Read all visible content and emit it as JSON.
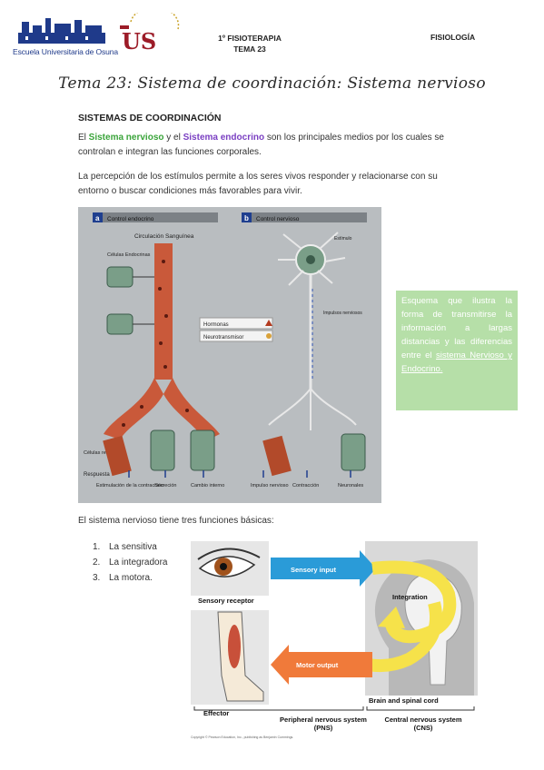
{
  "header": {
    "school_name": "Escuela Universitaria de Osuna",
    "course_line1": "1º FISIOTERAPIA",
    "course_line2": "TEMA 23",
    "subject": "FISIOLOGÍA"
  },
  "title": "Tema 23: Sistema de coordinación: Sistema nervioso",
  "section_heading": "SISTEMAS DE COORDINACIÓN",
  "paragraph1": {
    "pre": "El ",
    "term1": "Sistema nervioso",
    "mid": " y el ",
    "term2": "Sistema endocrino",
    "post": " son los principales medios por los cuales se controlan e integran las funciones corporales."
  },
  "paragraph2": "La percepción de los estímulos permite a los seres vivos responder y relacionarse con su entorno o buscar condiciones más favorables para vivir.",
  "figure1": {
    "panel_a_letter": "a",
    "panel_a_title": "Control endocrino",
    "panel_b_letter": "b",
    "panel_b_title": "Control nervioso",
    "blood_label": "Circulación Sanguínea",
    "endocrine_cells": "Células Endocrinas",
    "stimulus": "Estímulo",
    "nerve_impulses": "Impulsos nerviosos",
    "legend_hormones": "Hormonas",
    "legend_neuro": "Neurotransmisor",
    "receptor_cells": "Células receptoras",
    "response": "Respuesta",
    "muscle_stim": "Estimulación de la contracción",
    "secretion": "Secreción",
    "internal_change": "Cambio interno",
    "impulse": "Impulso nervioso",
    "contraction": "Contracción",
    "neuronal": "Neuronales",
    "colors": {
      "vessel": "#c9593a",
      "nerve": "#e8e8e8",
      "bg": "#b9bdc0"
    }
  },
  "side_note": {
    "text": "Esquema que ilustra la forma de transmitirse la información a largas distancias y las diferencias entre el ",
    "link": "sistema Nervioso y Endocrino."
  },
  "paragraph3": "El sistema nervioso tiene tres funciones básicas:",
  "functions": [
    {
      "num": "1.",
      "label": "La sensitiva"
    },
    {
      "num": "2.",
      "label": "La integradora"
    },
    {
      "num": "3.",
      "label": "La motora."
    }
  ],
  "figure2": {
    "sensory_input": "Sensory input",
    "integration": "Integration",
    "motor_output": "Motor output",
    "sensory_receptor": "Sensory receptor",
    "effector": "Effector",
    "brain": "Brain and spinal cord",
    "pns": "Peripheral nervous system (PNS)",
    "cns": "Central nervous system (CNS)",
    "credit": "Copyright © Pearson Education, Inc., publishing as Benjamin Cummings."
  }
}
